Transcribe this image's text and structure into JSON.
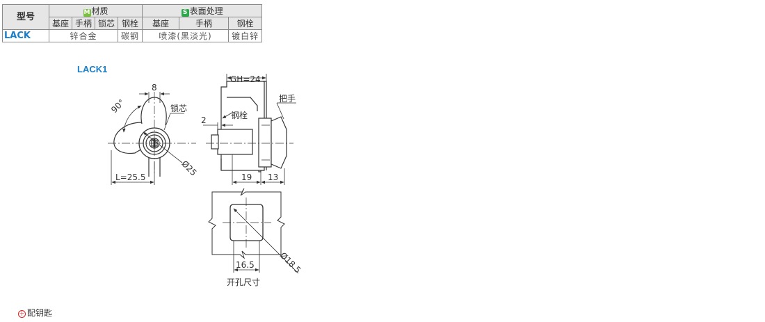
{
  "table": {
    "model_header": "型号",
    "material_tag": "M",
    "material_label": "材质",
    "surface_tag": "S",
    "surface_label": "表面处理",
    "material_cols": [
      "基座",
      "手柄",
      "锁芯",
      "钢栓"
    ],
    "surface_cols": [
      "基座",
      "手柄",
      "钢栓"
    ],
    "row": {
      "model": "LACK",
      "alloy": "锌合金",
      "bolt_material": "碳钢",
      "paint": "喷漆(黑淡光)",
      "plating": "镀白锌"
    }
  },
  "model_label": "LACK1",
  "dims": {
    "width_top": "8",
    "angle": "90°",
    "core_label": "锁芯",
    "dia_25": "Ø25",
    "length": "L=25.5",
    "gh": "GH=24",
    "handle_label": "把手",
    "bolt_label": "钢栓",
    "offset_2": "2",
    "d_19": "19",
    "d_13": "13",
    "cut_16": "16.5",
    "dia_18": "Ø18.5",
    "cutout_label": "开孔尺寸"
  },
  "footnote": {
    "mark": "十",
    "text": "配钥匙"
  }
}
